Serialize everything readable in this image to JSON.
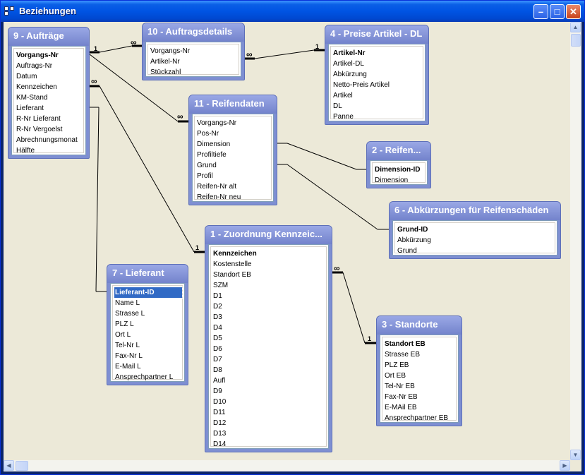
{
  "window": {
    "title": "Beziehungen",
    "buttons": {
      "minimize": "–",
      "maximize": "□",
      "close": "✕"
    }
  },
  "tables": {
    "auftraege": {
      "title": "9 - Aufträge",
      "fields": [
        "Vorgangs-Nr",
        "Auftrags-Nr",
        "Datum",
        "Kennzeichen",
        "KM-Stand",
        "Lieferant",
        "R-Nr Lieferant",
        "R-Nr Vergoelst",
        "Abrechnungsmonat",
        "Hälfte"
      ]
    },
    "auftragsdetails": {
      "title": "10 - Auftragsdetails",
      "fields": [
        "Vorgangs-Nr",
        "Artikel-Nr",
        "Stückzahl"
      ]
    },
    "preise": {
      "title": "4 - Preise Artikel - DL",
      "fields": [
        "Artikel-Nr",
        "Artikel-DL",
        "Abkürzung",
        "Netto-Preis Artikel",
        "Artikel",
        "DL",
        "Panne"
      ]
    },
    "reifendaten": {
      "title": "11 - Reifendaten",
      "fields": [
        "Vorgangs-Nr",
        "Pos-Nr",
        "Dimension",
        "Profiltiefe",
        "Grund",
        "Profil",
        "Reifen-Nr alt",
        "Reifen-Nr neu"
      ]
    },
    "reifen": {
      "title": "2 - Reifen...",
      "fields": [
        "Dimension-ID",
        "Dimension"
      ]
    },
    "abkuerzungen": {
      "title": "6 - Abkürzungen für Reifenschäden",
      "fields": [
        "Grund-ID",
        "Abkürzung",
        "Grund"
      ]
    },
    "zuordnung": {
      "title": "1 - Zuordnung Kennzeic...",
      "fields": [
        "Kennzeichen",
        "Kostenstelle",
        "Standort EB",
        "SZM",
        "D1",
        "D2",
        "D3",
        "D4",
        "D5",
        "D6",
        "D7",
        "D8",
        "Aufl",
        "D9",
        "D10",
        "D11",
        "D12",
        "D13",
        "D14"
      ]
    },
    "lieferant": {
      "title": "7 - Lieferant",
      "fields": [
        "Lieferant-ID",
        "Name L",
        "Strasse L",
        "PLZ L",
        "Ort L",
        "Tel-Nr L",
        "Fax-Nr L",
        "E-Mail  L",
        "Ansprechpartner L"
      ]
    },
    "standorte": {
      "title": "3 - Standorte",
      "fields": [
        "Standort EB",
        "Strasse EB",
        "PLZ EB",
        "Ort EB",
        "Tel-Nr EB",
        "Fax-Nr EB",
        "E-MAil EB",
        "Ansprechpartner EB"
      ]
    }
  },
  "relationship_labels": {
    "one": "1",
    "many": "∞"
  },
  "icons": {
    "app": "relationships-icon",
    "scroll_up": "arrow-up-icon",
    "scroll_down": "arrow-down-icon",
    "scroll_left": "arrow-left-icon",
    "scroll_right": "arrow-right-icon"
  }
}
